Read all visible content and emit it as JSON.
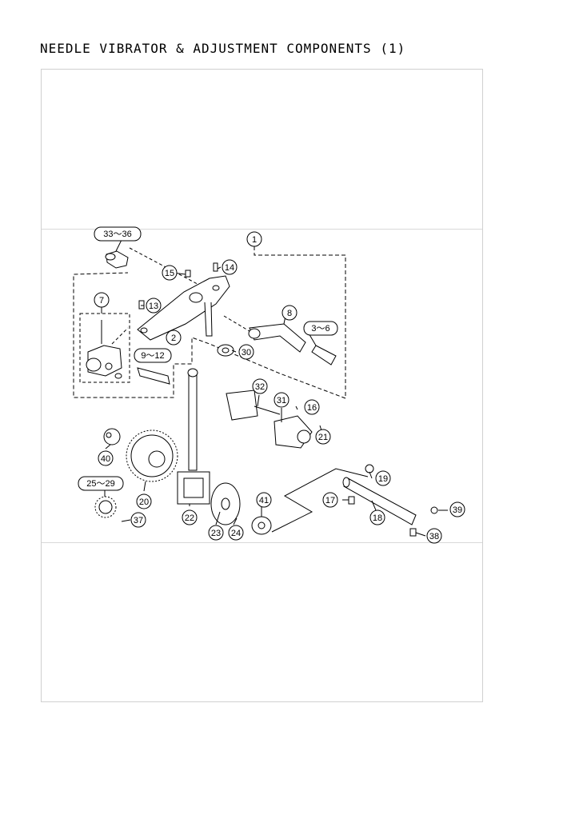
{
  "page": {
    "title": "NEEDLE VIBRATOR & ADJUSTMENT COMPONENTS (1)"
  },
  "callouts": {
    "c1": "1",
    "c2": "2",
    "c3_6": "3～6",
    "c7": "7",
    "c8": "8",
    "c9_12": "9～12",
    "c13": "13",
    "c14": "14",
    "c15": "15",
    "c16": "16",
    "c17": "17",
    "c18": "18",
    "c19": "19",
    "c20": "20",
    "c21": "21",
    "c22": "22",
    "c23": "23",
    "c24": "24",
    "c25_29": "25～29",
    "c30": "30",
    "c31": "31",
    "c32": "32",
    "c33_36": "33～36",
    "c37": "37",
    "c38": "38",
    "c39": "39",
    "c40": "40",
    "c41": "41"
  },
  "colors": {
    "line": "#000000",
    "frame": "#d0d0d0",
    "part_fill": "#ffffff",
    "shade": "#cfcfcf"
  }
}
